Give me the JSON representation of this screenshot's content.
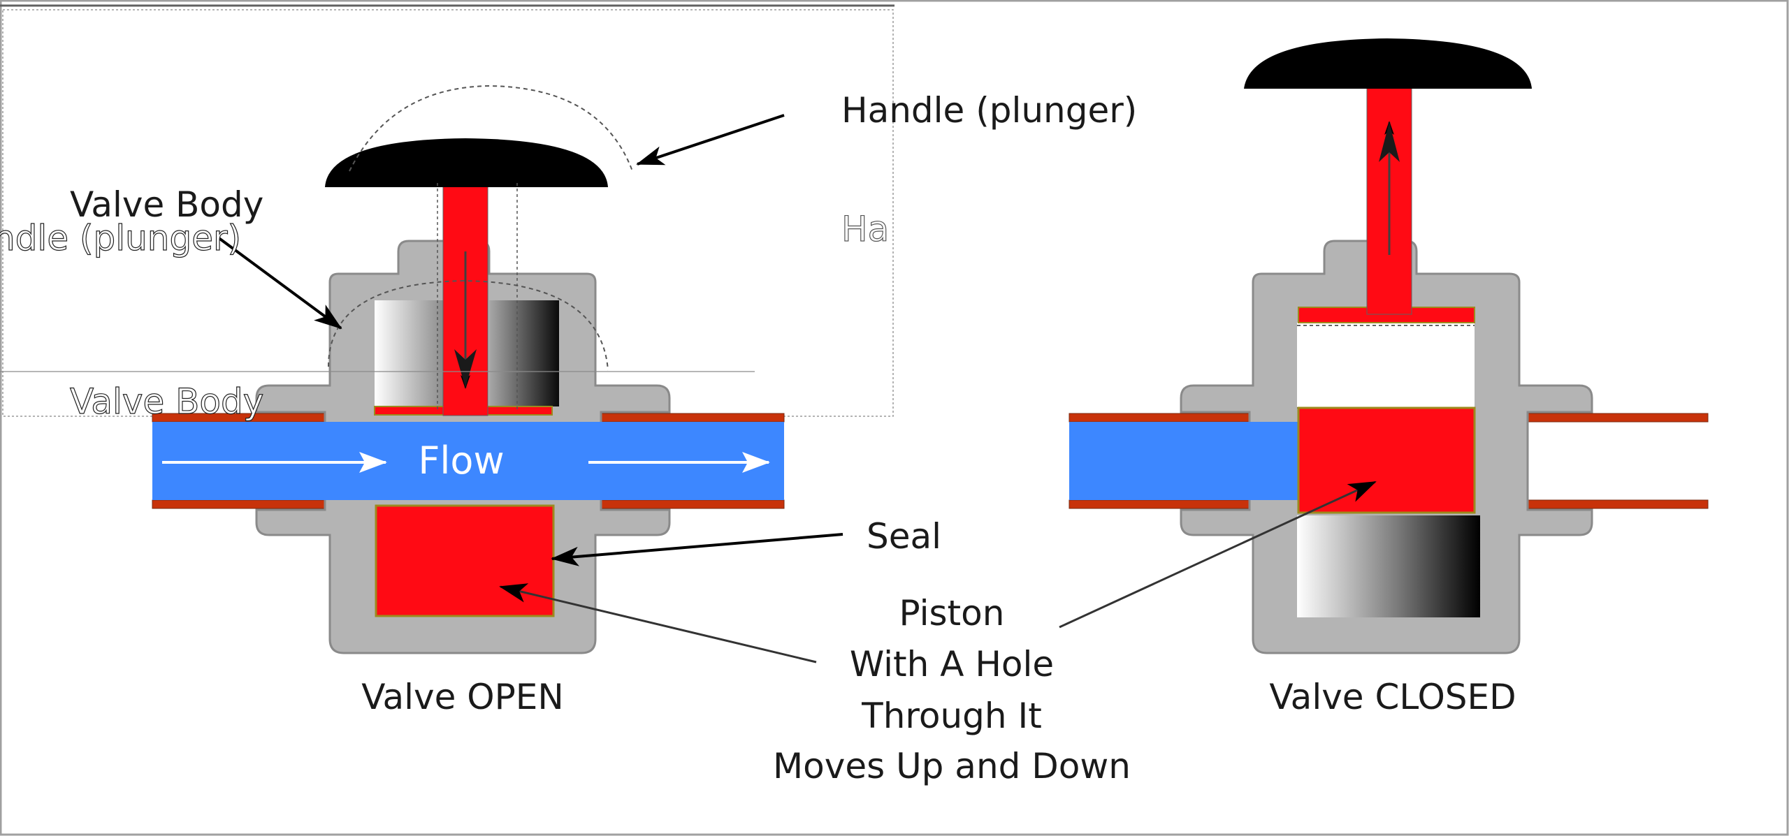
{
  "labels": {
    "handle": "Handle (plunger)",
    "valve_body": "Valve Body",
    "flow": "Flow",
    "seal": "Seal",
    "piston_line1": "Piston",
    "piston_line2": "With A Hole",
    "piston_line3": "Through It",
    "piston_line4": "Moves Up and Down",
    "valve_open": "Valve OPEN",
    "valve_closed": "Valve CLOSED",
    "ghost_handle_fragment": "ndle (plunger)",
    "ghost_handle_clip": "Ha"
  },
  "colors": {
    "piston_red": "#ff0a14",
    "body_gray": "#b4b4b4",
    "flow_blue": "#3d87ff",
    "pipe_rust": "#c8320a",
    "seal_olive": "#9c8a1e",
    "handle_black": "#000000"
  }
}
